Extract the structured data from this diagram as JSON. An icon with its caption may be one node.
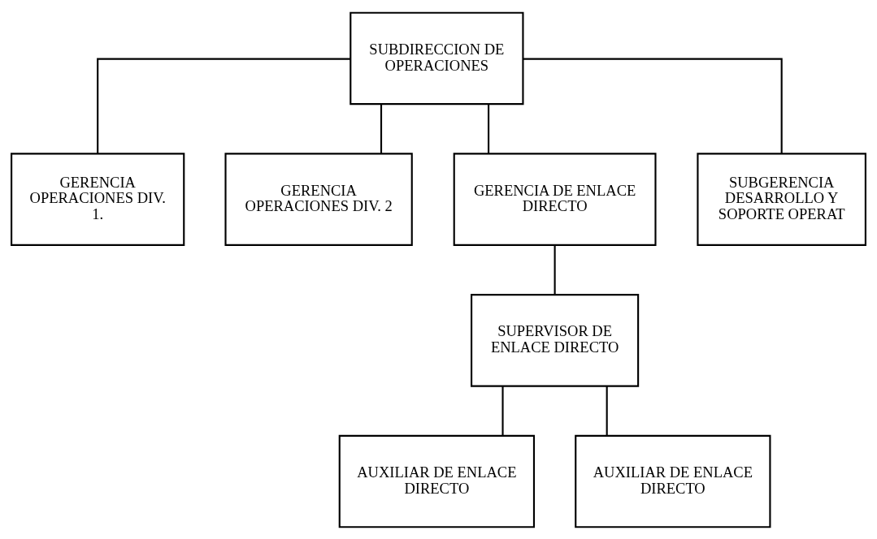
{
  "diagram": {
    "nodes": [
      {
        "text": [
          "SUBDIRECCION DE OPERACIONES"
        ]
      },
      {
        "text": [
          "GERENCIA OPERACIONES DIV. 1."
        ]
      },
      {
        "text": [
          "GERENCIA OPERACIONES DIV. 2"
        ]
      },
      {
        "text": [
          "GERENCIA DE ENLACE DIRECTO"
        ]
      },
      {
        "text": [
          "SUBGERENCIA DESARROLLO Y SOPORTE OPERAT"
        ]
      },
      {
        "text": [
          "SUPERVISOR DE ENLACE DIRECTO"
        ]
      },
      {
        "text": [
          "AUXILIAR DE ENLACE DIRECTO"
        ]
      },
      {
        "text": [
          "AUXILIAR DE ENLACE DIRECTO"
        ]
      }
    ],
    "edges": [
      {
        "from": 0,
        "to": 1,
        "arrow": "none"
      },
      {
        "from": 0,
        "to": 2,
        "arrow": "none"
      },
      {
        "from": 0,
        "to": 3,
        "arrow": "none"
      },
      {
        "from": 0,
        "to": 4,
        "arrow": "none"
      },
      {
        "from": 3,
        "to": 5,
        "arrow": "none"
      },
      {
        "from": 5,
        "to": 6,
        "arrow": "none"
      },
      {
        "from": 5,
        "to": 7,
        "arrow": "none"
      }
    ]
  }
}
